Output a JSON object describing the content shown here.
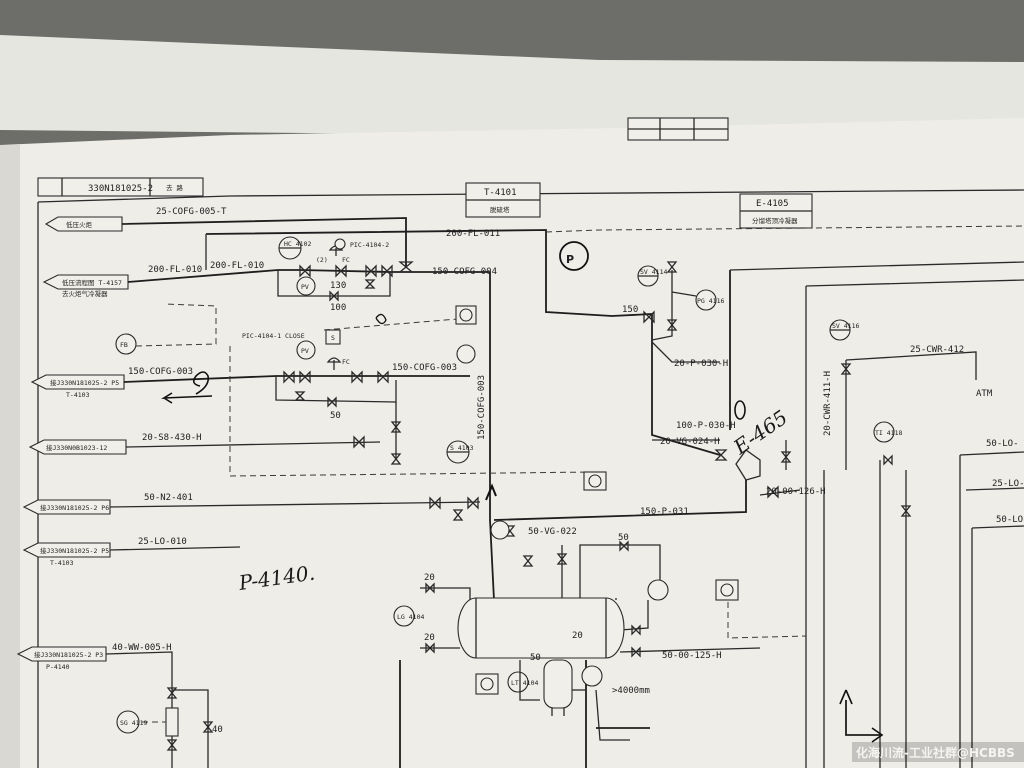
{
  "header": {
    "drawing_no": "330N181025-2",
    "sheet_label": "去 路"
  },
  "equipment": {
    "t4101": {
      "tag": "T-4101",
      "name": "脱硫塔"
    },
    "e4105": {
      "tag": "E-4105",
      "name": "分馏塔顶冷凝器"
    }
  },
  "off_page": {
    "op1": "低压火炬",
    "op2": "低压流程图 T-4157",
    "op2_sub": "去火炬气冷凝器",
    "op3": "接J330N181025-2 P5",
    "op3_sub": "T-4103",
    "op4": "接J330N0B1023-12",
    "op5": "接J330N181025-2 P6",
    "op6": "接J330N181025-2 P5",
    "op6_sub": "T-4103",
    "op7": "接J330N181025-2 P3",
    "op7_sub": "P-4140"
  },
  "lines": {
    "l1": "25-COFG-005-T",
    "l2": "200-FL-011",
    "l3": "200-FL-010",
    "l3b": "200-FL-010",
    "l4": "150-COFG-004",
    "l5": "150-COFG-003",
    "l6": "150-COFG-003",
    "l7": "150-COFG-003",
    "l8": "20-S8-430-H",
    "l9": "50-N2-401",
    "l10": "25-LO-010",
    "l11": "50-VG-022",
    "l12": "150-P-031",
    "l13": "20-P-030-H",
    "l14": "100-P-030-H",
    "l15": "20-VG-024-H",
    "l16": "20-00-126-H",
    "l17": "50-00-125-H",
    "l18": "25-CWR-412",
    "l19": "20-CWR-411-H",
    "l20": "50-LO-",
    "l21": "25-LO-",
    "l22": "50-LO-",
    "l23": "40-WW-005-H"
  },
  "instruments": {
    "hc": "HC 4102",
    "pv": "PV",
    "pic": "PIC-4104-2",
    "pic_close": "PIC-4104-1 CLOSE",
    "sv_left": "SV 4114",
    "pg": "PG 4116",
    "sv_right": "SV 4116",
    "ti": "TI 4118",
    "fb": "FB",
    "s1": "S",
    "s2": "S 4103",
    "p_circle": "P",
    "e465": "E-465",
    "fc1": "FC",
    "fc2": "FC",
    "n2": "(2)",
    "lg": "LG 4104",
    "lt": "LT 4104",
    "tg": "SG 4119"
  },
  "sizes": {
    "s130": "130",
    "s100": "100",
    "s150": "150",
    "s50a": "50",
    "s20a": "20",
    "s20b": "20",
    "s20c": "20",
    "s50b": "50",
    "s50c": "50",
    "s40": "40",
    "atm": "ATM",
    "elev": ">4000mm"
  },
  "handwriting": {
    "p4140": "P-4140."
  },
  "watermark": "化海川流-工业社群@HCBBS"
}
